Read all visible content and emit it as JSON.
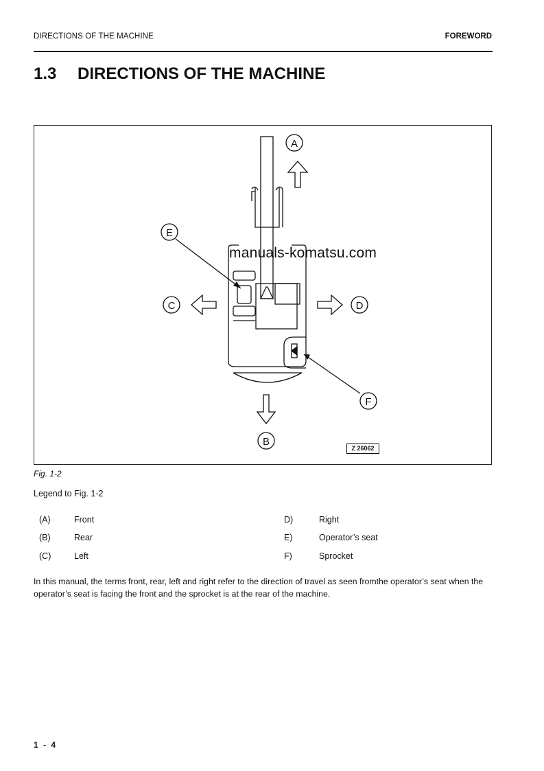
{
  "header": {
    "left": "DIRECTIONS OF THE MACHINE",
    "right": "FOREWORD"
  },
  "section": {
    "number": "1.3",
    "title": "DIRECTIONS OF THE MACHINE"
  },
  "figure": {
    "labels": {
      "a": "A",
      "b": "B",
      "c": "C",
      "d": "D",
      "e": "E",
      "f": "F"
    },
    "id": "Z 26062",
    "watermark": "manuals-komatsu.com",
    "caption": "Fig. 1-2"
  },
  "legend": {
    "title": "Legend to Fig. 1-2",
    "items": [
      {
        "key": "(A)",
        "label": "Front"
      },
      {
        "key": "(B)",
        "label": "Rear"
      },
      {
        "key": "(C)",
        "label": "Left"
      },
      {
        "key": "D)",
        "label": "Right"
      },
      {
        "key": "E)",
        "label": "Operator’s seat"
      },
      {
        "key": "F)",
        "label": "Sprocket"
      }
    ]
  },
  "body": {
    "paragraph": "In this manual, the terms front, rear, left and right refer to the direction of travel as seen fromthe operator’s seat when the operator’s seat is facing the front and the sprocket is at the rear of the machine."
  },
  "page": {
    "number": "1 - 4"
  }
}
